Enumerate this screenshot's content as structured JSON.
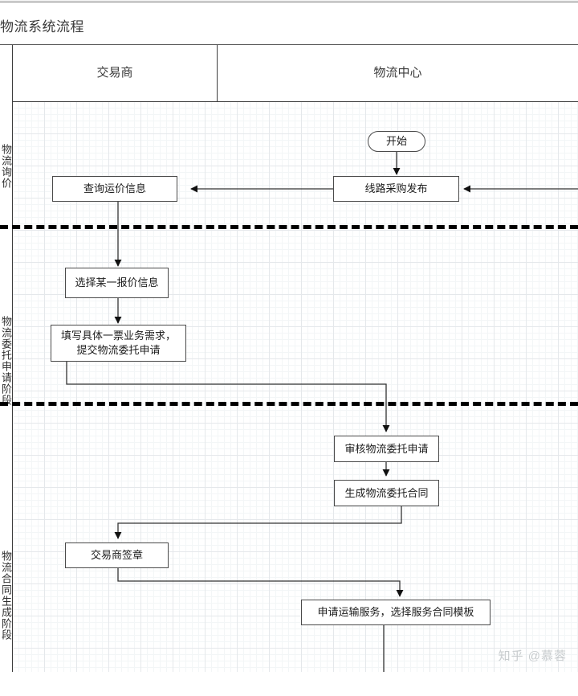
{
  "document": {
    "title": "物流系统流程"
  },
  "swimlanes": {
    "columns": [
      {
        "id": "trader",
        "label": "交易商"
      },
      {
        "id": "center",
        "label": "物流中心"
      }
    ],
    "stages": [
      {
        "id": "stage-1",
        "label": "物流询价"
      },
      {
        "id": "stage-2",
        "label": "物流委托申请阶段"
      },
      {
        "id": "stage-3",
        "label": "物流合同生成阶段"
      }
    ]
  },
  "flowchart": {
    "type": "swimlane-flowchart",
    "nodes": [
      {
        "id": "start",
        "label": "开始",
        "shape": "terminator",
        "lane": "center",
        "stage": "stage-1"
      },
      {
        "id": "publish",
        "label": "线路采购发布",
        "shape": "process",
        "lane": "center",
        "stage": "stage-1"
      },
      {
        "id": "query",
        "label": "查询运价信息",
        "shape": "process",
        "lane": "trader",
        "stage": "stage-1"
      },
      {
        "id": "select-quote",
        "label": "选择某一报价信息",
        "shape": "process",
        "lane": "trader",
        "stage": "stage-2"
      },
      {
        "id": "fill-request",
        "label": "填写具体一票业务需求，\n提交物流委托申请",
        "shape": "process",
        "lane": "trader",
        "stage": "stage-2"
      },
      {
        "id": "review",
        "label": "审核物流委托申请",
        "shape": "process",
        "lane": "center",
        "stage": "stage-3"
      },
      {
        "id": "generate",
        "label": "生成物流委托合同",
        "shape": "process",
        "lane": "center",
        "stage": "stage-3"
      },
      {
        "id": "sign",
        "label": "交易商签章",
        "shape": "process",
        "lane": "trader",
        "stage": "stage-3"
      },
      {
        "id": "apply",
        "label": "申请运输服务，选择服务合同模板",
        "shape": "process",
        "lane": "center",
        "stage": "stage-3"
      }
    ],
    "edges": [
      {
        "from": "start",
        "to": "publish"
      },
      {
        "from": "publish",
        "to": "query"
      },
      {
        "from": "offscreen",
        "to": "publish"
      },
      {
        "from": "query",
        "to": "select-quote"
      },
      {
        "from": "select-quote",
        "to": "fill-request"
      },
      {
        "from": "fill-request",
        "to": "review"
      },
      {
        "from": "review",
        "to": "generate"
      },
      {
        "from": "generate",
        "to": "sign"
      },
      {
        "from": "sign",
        "to": "apply"
      }
    ]
  },
  "node_labels": {
    "start": "开始",
    "publish": "线路采购发布",
    "query": "查询运价信息",
    "select_quote": "选择某一报价信息",
    "fill_request_line1": "填写具体一票业务需求，",
    "fill_request_line2": "提交物流委托申请",
    "review": "审核物流委托申请",
    "generate": "生成物流委托合同",
    "sign": "交易商签章",
    "apply": "申请运输服务，选择服务合同模板"
  },
  "watermark": {
    "text": "知乎 @慕蓉"
  },
  "colors": {
    "node_border": "#4a4a4a",
    "frame_line": "#3d3d3d",
    "separator": "#000000",
    "grid_minor": "#e9eef0",
    "grid_major": "#cfd6da",
    "watermark": "#c8ccce",
    "background": "#ffffff"
  }
}
